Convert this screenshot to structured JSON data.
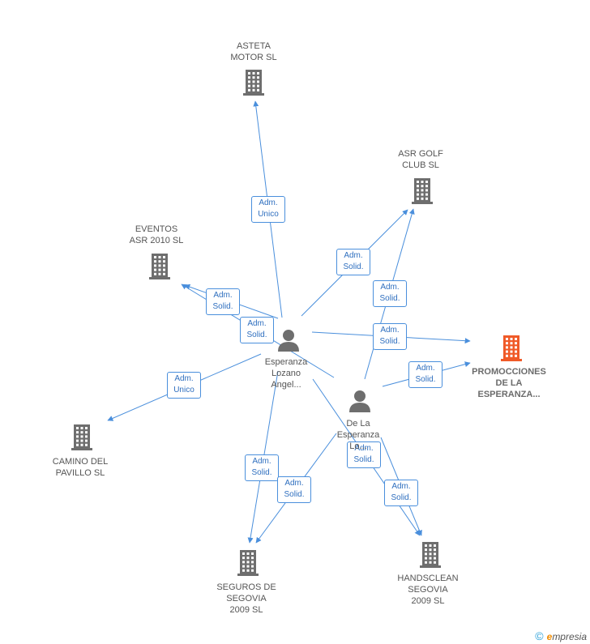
{
  "colors": {
    "edge": "#4a8fdc",
    "building": "#6e6e6e",
    "highlight": "#f05a28",
    "person": "#6e6e6e"
  },
  "nodes": [
    {
      "id": "asteta",
      "type": "company",
      "label": "ASTETA\nMOTOR  SL"
    },
    {
      "id": "asr_golf",
      "type": "company",
      "label": "ASR GOLF\nCLUB SL"
    },
    {
      "id": "eventos",
      "type": "company",
      "label": "EVENTOS\nASR 2010  SL"
    },
    {
      "id": "promociones",
      "type": "company",
      "highlight": true,
      "label": "PROMOCCIONES\nDE LA\nESPERANZA..."
    },
    {
      "id": "camino",
      "type": "company",
      "label": "CAMINO DEL\nPAVILLO  SL"
    },
    {
      "id": "seguros",
      "type": "company",
      "label": "SEGUROS DE\nSEGOVIA\n2009 SL"
    },
    {
      "id": "handsclean",
      "type": "company",
      "label": "HANDSCLEAN\nSEGOVIA\n2009 SL"
    },
    {
      "id": "esperanza",
      "type": "person",
      "label": "Esperanza\nLozano\nAngel..."
    },
    {
      "id": "delaesperanza",
      "type": "person",
      "label": "De La\nEsperanza\nLo..."
    }
  ],
  "edges": [
    {
      "from": "esperanza",
      "to": "asteta",
      "label": "Adm.\nUnico"
    },
    {
      "from": "esperanza",
      "to": "asr_golf",
      "label": "Adm.\nSolid."
    },
    {
      "from": "delaesperanza",
      "to": "asr_golf",
      "label": "Adm.\nSolid."
    },
    {
      "from": "delaesperanza",
      "to": "eventos",
      "label": "Adm.\nSolid."
    },
    {
      "from": "esperanza",
      "to": "eventos",
      "label": "Adm.\nSolid."
    },
    {
      "from": "esperanza",
      "to": "promociones",
      "label": "Adm.\nSolid."
    },
    {
      "from": "delaesperanza",
      "to": "promociones",
      "label": "Adm.\nSolid."
    },
    {
      "from": "esperanza",
      "to": "camino",
      "label": "Adm.\nUnico"
    },
    {
      "from": "esperanza",
      "to": "seguros",
      "label": "Adm.\nSolid."
    },
    {
      "from": "delaesperanza",
      "to": "seguros",
      "label": "Adm.\nSolid."
    },
    {
      "from": "esperanza",
      "to": "handsclean",
      "label": "Adm.\nSolid."
    },
    {
      "from": "delaesperanza",
      "to": "handsclean",
      "label": "Adm.\nSolid."
    }
  ],
  "footer": {
    "copyright": "©",
    "brand_initial": "e",
    "brand_rest": "mpresia"
  }
}
